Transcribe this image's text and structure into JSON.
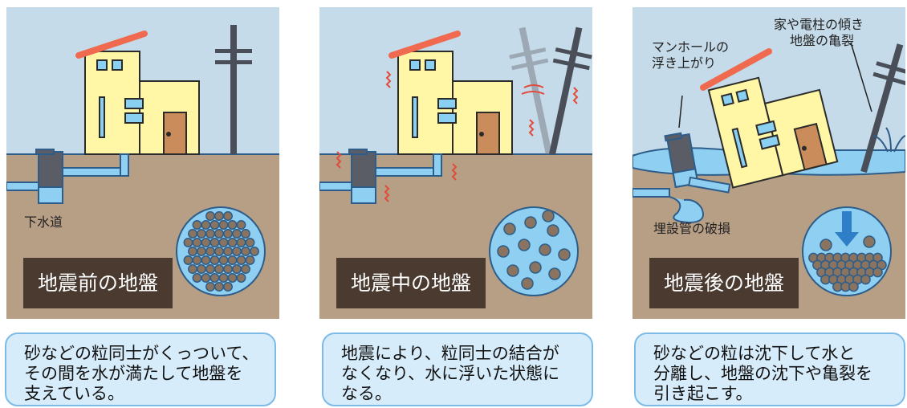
{
  "panels": [
    {
      "label": "地震前の地盤",
      "annotations": [
        "下水道"
      ],
      "caption": [
        "砂などの粒同士がくっついて、",
        "その間を水が満たして地盤を",
        "支えている。"
      ]
    },
    {
      "label": "地震中の地盤",
      "annotations": [],
      "caption": [
        "地震により、粒同士の結合が",
        "なくなり、水に浮いた状態に",
        "なる。"
      ]
    },
    {
      "label": "地震後の地盤",
      "annotations": [
        "マンホールの",
        "浮き上がり",
        "家や電柱の傾き",
        "地盤の亀裂",
        "埋設管の破損"
      ],
      "caption": [
        "砂などの粒は沈下して水と",
        "分離し、地盤の沈下や亀裂を",
        "引き起こす。"
      ]
    }
  ],
  "colors": {
    "sky": "#c6dbe9",
    "ground": "#b79f86",
    "water": "#8fd0f2",
    "house_wall": "#fff6a6",
    "roof": "#f06a50",
    "door": "#c98c5a",
    "manhole": "#5a5d66",
    "pole": "#4a4e58",
    "label_bg": "#4a3a30",
    "caption_bg": "#d7ecfa",
    "caption_border": "#7dbbe7"
  }
}
